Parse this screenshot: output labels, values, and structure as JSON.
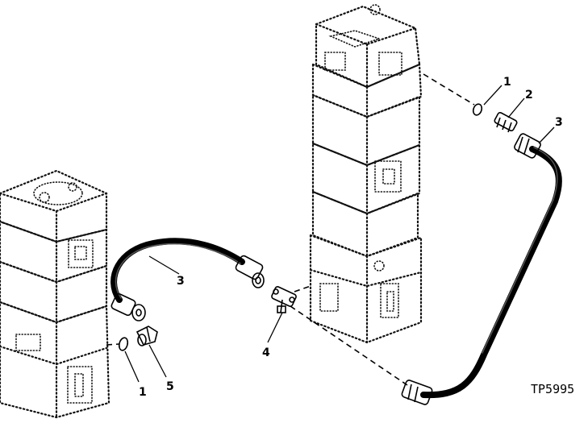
{
  "diagram": {
    "figure_id": "TP5995",
    "callouts": {
      "c1_right": "1",
      "c2_right": "2",
      "c3_right": "3",
      "c3_left": "3",
      "c4": "4",
      "c1_left": "1",
      "c5": "5"
    }
  }
}
